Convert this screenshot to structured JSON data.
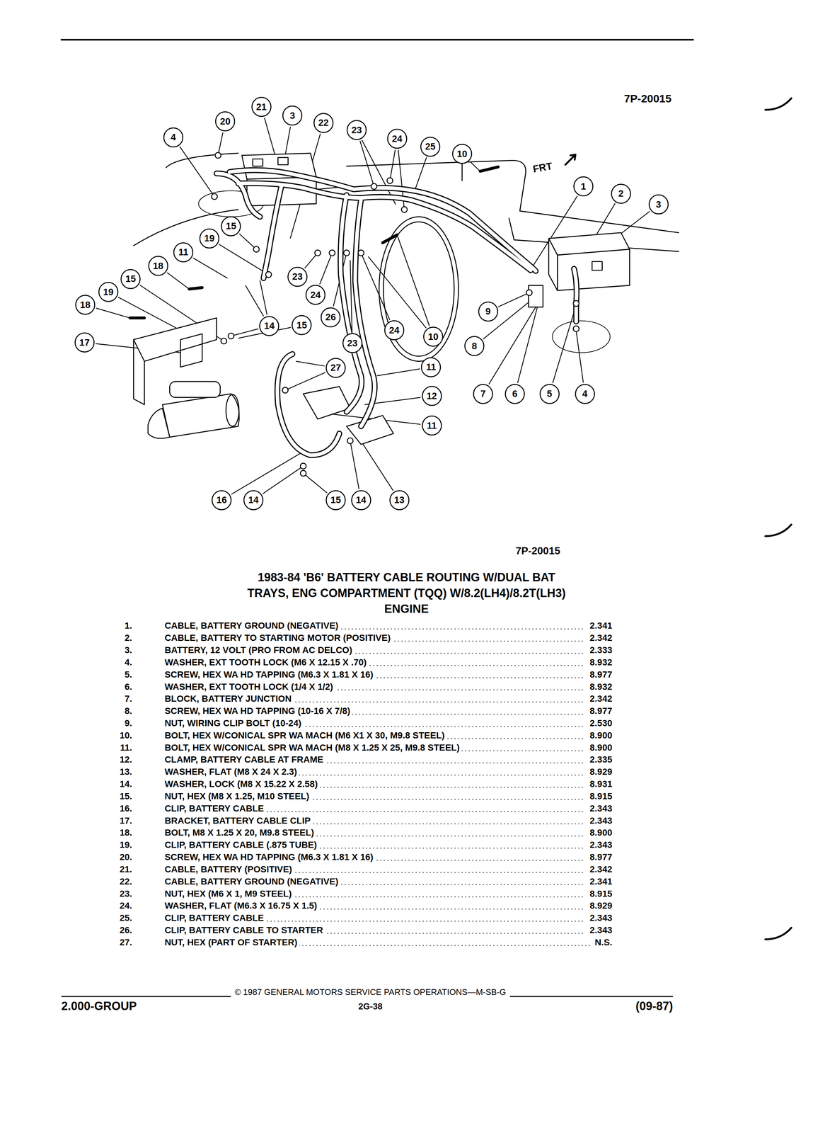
{
  "diagram": {
    "title": "1983-84 'B6' BATTERY CABLE ROUTING W/DUAL BAT TRAYS, ENG COMPARTMENT (TQQ) W/8.2(LH4)/8.2T(LH3) ENGINE",
    "labels": [
      "7P-20015",
      "20",
      "21",
      "3",
      "22",
      "4",
      "23",
      "24",
      "25",
      "10",
      "1",
      "2",
      "3",
      "15",
      "19",
      "11",
      "18",
      "15",
      "19",
      "18",
      "14",
      "15",
      "23",
      "24",
      "26",
      "23",
      "24",
      "10",
      "9",
      "8",
      "17",
      "27",
      "11",
      "12",
      "11",
      "7",
      "6",
      "5",
      "4",
      "16",
      "14",
      "15",
      "14",
      "13",
      "FRT",
      "7P-20015",
      "1.",
      "CABLE, BATTERY GROUND (NEGATIVE)",
      "2.341",
      "2.",
      "CABLE, BATTERY TO STARTING MOTOR (POSITIVE)",
      "2.342",
      "3.",
      "BATTERY, 12 VOLT (PRO FROM AC DELCO)",
      "2.333",
      "4.",
      "WASHER, EXT TOOTH LOCK (M6 X 12.15 X .70)",
      "8.932",
      "5.",
      "SCREW, HEX WA HD TAPPING (M6.3 X 1.81 X 16)",
      "8.977",
      "6.",
      "WASHER, EXT TOOTH LOCK (1/4 X 1/2)",
      "8.932",
      "7.",
      "BLOCK, BATTERY JUNCTION",
      "2.342",
      "8.",
      "SCREW, HEX WA HD TAPPING (10-16 X 7/8)",
      "8.977",
      "9.",
      "NUT, WIRING CLIP BOLT (10-24)",
      "2.530",
      "10.",
      "BOLT, HEX W/CONICAL SPR WA MACH (M6 X1 X 30, M9.8 STEEL)",
      "8.900",
      "11.",
      "BOLT, HEX W/CONICAL SPR WA MACH (M8 X 1.25 X 25, M9.8 STEEL)",
      "8.900",
      "12.",
      "CLAMP, BATTERY CABLE AT FRAME",
      "2.335",
      "13.",
      "WASHER, FLAT (M8 X 24 X 2.3)",
      "8.929",
      "14.",
      "WASHER, LOCK (M8 X 15.22 X 2.58)",
      "8.931",
      "15.",
      "NUT, HEX (M8 X 1.25, M10 STEEL)",
      "8.915",
      "16.",
      "CLIP, BATTERY CABLE",
      "2.343",
      "17.",
      "BRACKET, BATTERY CABLE CLIP",
      "2.343",
      "18.",
      "BOLT, M8 X 1.25 X 20, M9.8 STEEL)",
      "8.900",
      "19.",
      "CLIP, BATTERY CABLE (.875 TUBE)",
      "2.343",
      "20.",
      "SCREW, HEX WA HD TAPPING (M6.3 X 1.81 X 16)",
      "8.977",
      "21.",
      "CABLE, BATTERY (POSITIVE)",
      "2.342",
      "22.",
      "CABLE, BATTERY GROUND (NEGATIVE)",
      "2.341",
      "23.",
      "NUT, HEX (M6 X 1, M9 STEEL)",
      "8.915",
      "24.",
      "WASHER, FLAT (M6.3 X 16.75 X 1.5)",
      "8.929",
      "25.",
      "CLIP, BATTERY CABLE",
      "2.343",
      "26.",
      "CLIP, BATTERY CABLE TO STARTER",
      "2.343",
      "27.",
      "NUT, HEX (PART OF STARTER)",
      "N.S.",
      "© 1987 GENERAL MOTORS SERVICE PARTS OPERATIONS—M-SB-G",
      "2.000-GROUP",
      "2G-38",
      "(09-87)"
    ]
  }
}
